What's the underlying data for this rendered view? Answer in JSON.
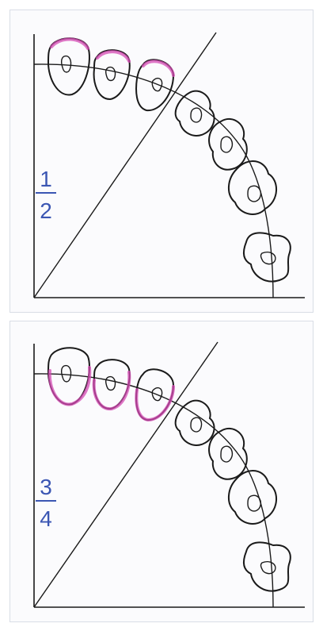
{
  "panels": [
    {
      "fraction": {
        "numerator": "1",
        "denominator": "2"
      },
      "highlight_portion": "1/2"
    },
    {
      "fraction": {
        "numerator": "3",
        "denominator": "4"
      },
      "highlight_portion": "3/4"
    }
  ],
  "colors": {
    "ink": "#1a1a1a",
    "highlight": "#d54bb4",
    "fraction": "#3b56b3",
    "paper": "#fbfbfd"
  },
  "icons": [
    "tooth-outline-icon",
    "axis-lines-icon",
    "diagonal-line-icon"
  ]
}
